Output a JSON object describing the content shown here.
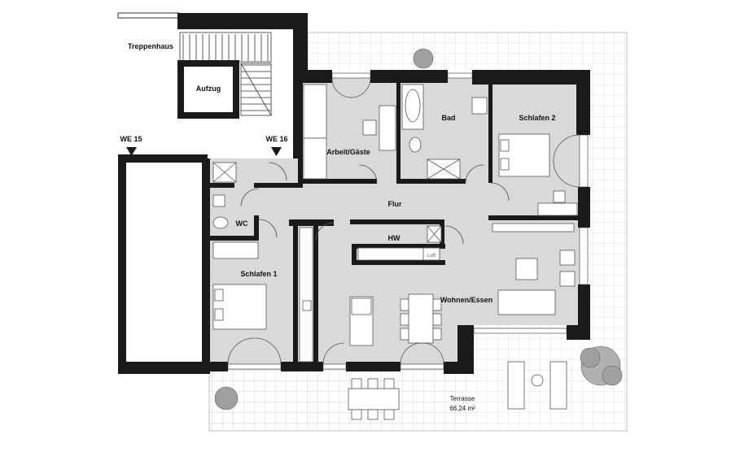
{
  "labels": {
    "stair": "Treppenhaus",
    "elevator": "Aufzug",
    "we15": "WE 15",
    "we16": "WE 16",
    "office": "Arbeit/Gäste",
    "bath": "Bad",
    "bed2": "Schlafen 2",
    "hall": "Flur",
    "wc": "WC",
    "hw": "HW",
    "air": "Luft",
    "bed1": "Schlafen 1",
    "living": "Wohnen/Essen",
    "terrace": "Terrasse",
    "terrace_area": "66,24 m²"
  },
  "colors": {
    "wall": "#1a1a1a",
    "floor": "#d9d9d9",
    "terrace_grid": "#cfcfcf",
    "tree": "#8c8c8c"
  }
}
